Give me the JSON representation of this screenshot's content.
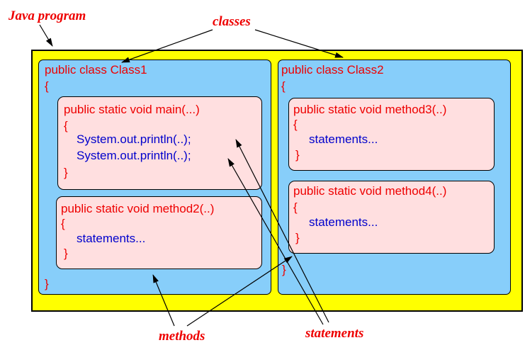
{
  "callouts": {
    "java_program": "Java program",
    "classes": "classes",
    "methods": "methods",
    "statements": "statements"
  },
  "class1": {
    "header": "public class Class1",
    "open_brace": "{",
    "close_brace": "}",
    "main": {
      "header": "public static void main(...)",
      "open_brace": "{",
      "statements": [
        "System.out.println(..);",
        "System.out.println(..);"
      ],
      "close_brace": "}"
    },
    "method2": {
      "header": "public static void method2(..)",
      "open_brace": "{",
      "statement": "statements...",
      "close_brace": "}"
    }
  },
  "class2": {
    "header": "public class Class2",
    "open_brace": "{",
    "close_brace": "}",
    "method3": {
      "header": "public static void method3(..)",
      "open_brace": "{",
      "statement": "statements...",
      "close_brace": "}"
    },
    "method4": {
      "header": "public static void method4(..)",
      "open_brace": "{",
      "statement": "statements...",
      "close_brace": "}"
    }
  },
  "colors": {
    "program_fill": "#ffff00",
    "class_fill": "#87cefa",
    "method_fill": "#ffdfe0",
    "keyword_text": "#ee0000",
    "statement_text": "#0000cc"
  }
}
